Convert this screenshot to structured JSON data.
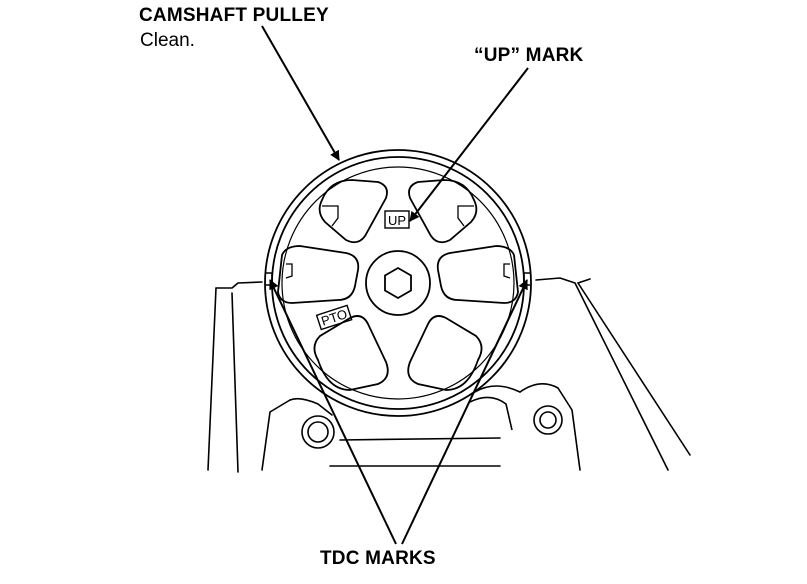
{
  "labels": {
    "camshaft_pulley": "CAMSHAFT PULLEY",
    "clean_note": "Clean.",
    "up_mark": "“UP” MARK",
    "tdc_marks": "TDC MARKS"
  },
  "pulley_marks": {
    "up": "UP",
    "pto": "PTO"
  },
  "colors": {
    "ink": "#000000",
    "paper": "#ffffff"
  }
}
